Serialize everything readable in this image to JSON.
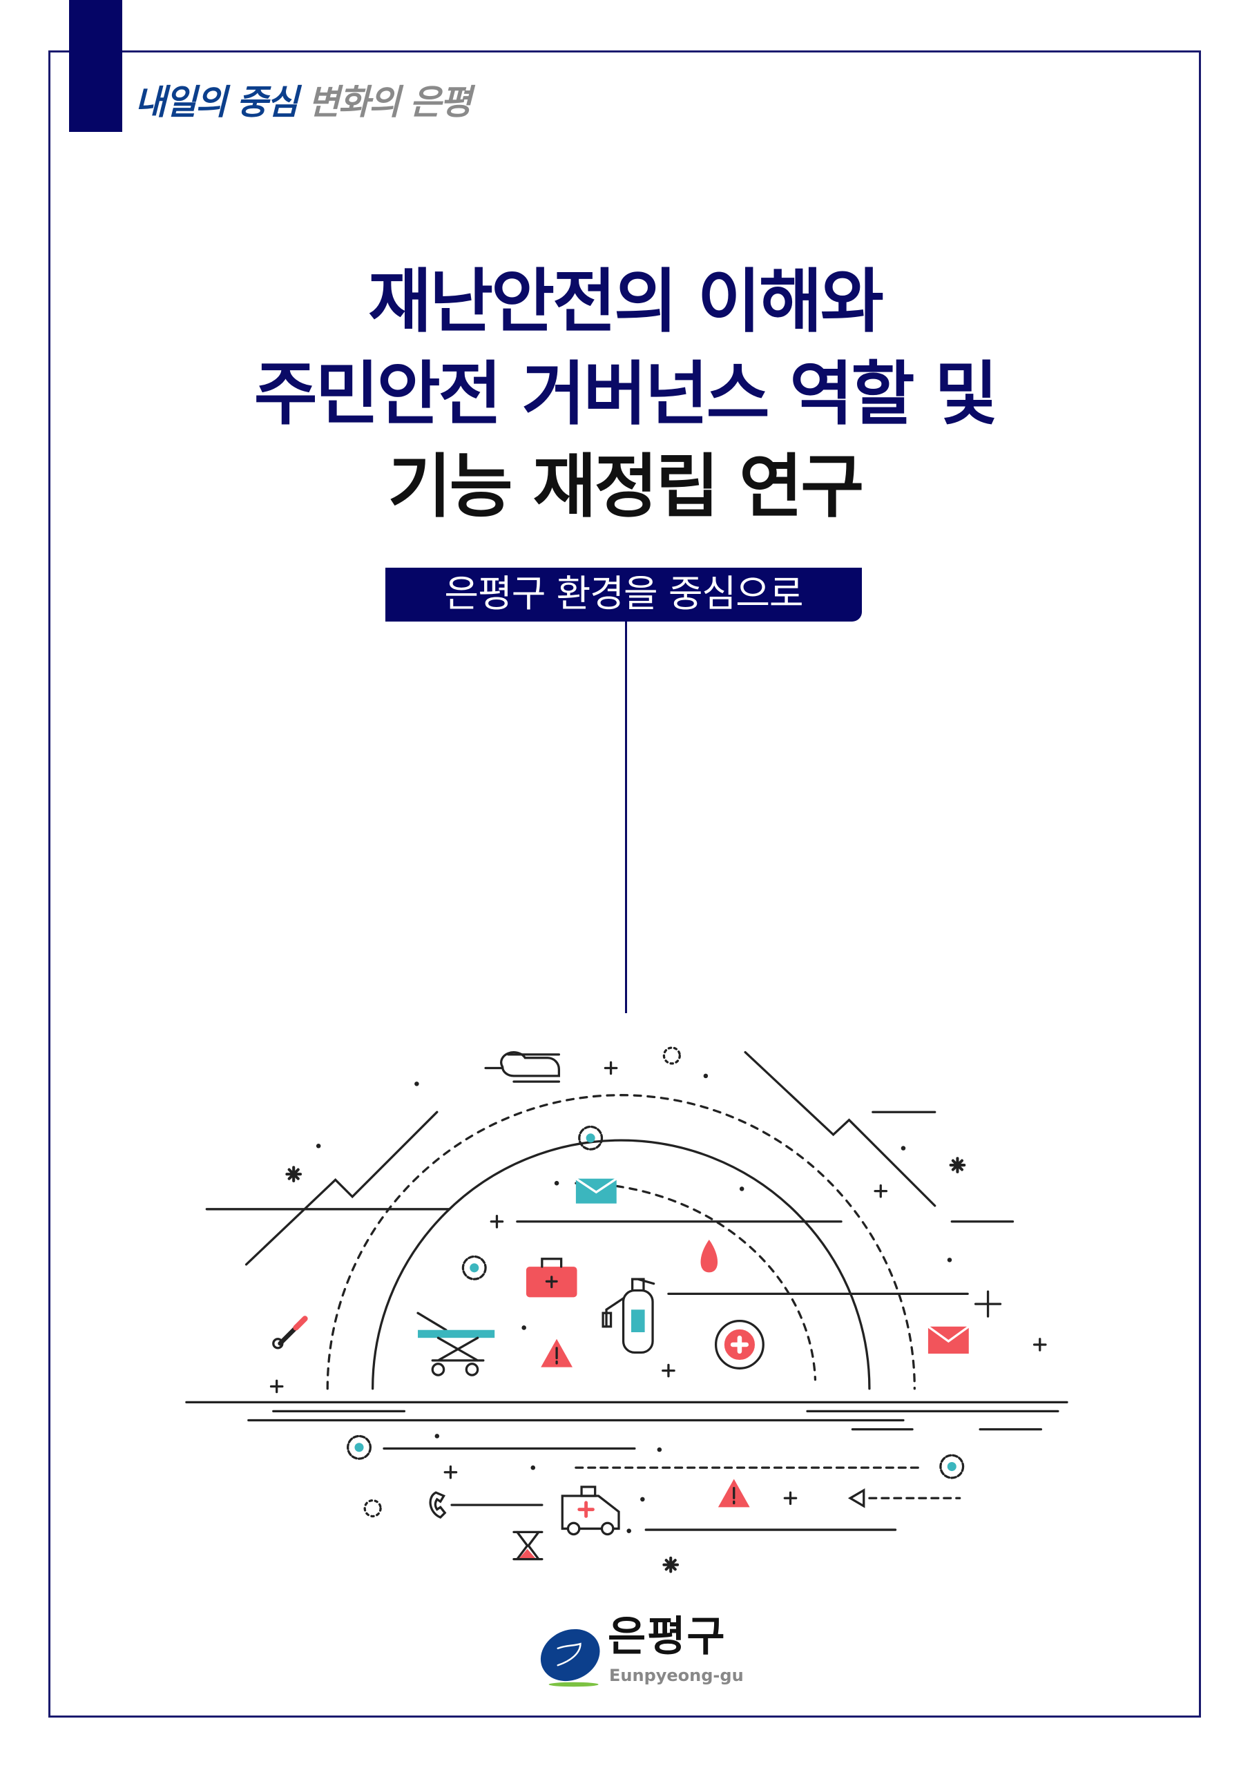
{
  "header": {
    "slogan_blue": "내일의 중심",
    "slogan_gray": "변화의 은평"
  },
  "title": {
    "line1": "재난안전의 이해와",
    "line2": "주민안전 거버넌스 역할 및",
    "line3": "기능 재정립 연구"
  },
  "subtitle": "은평구 환경을 중심으로",
  "logo": {
    "korean": "은평구",
    "english": "Eunpyeong-gu"
  },
  "colors": {
    "navy": "#050566",
    "teal": "#3bb6be",
    "red": "#f2545b",
    "logo_blue": "#0c3f8c",
    "logo_green": "#7cc242"
  }
}
